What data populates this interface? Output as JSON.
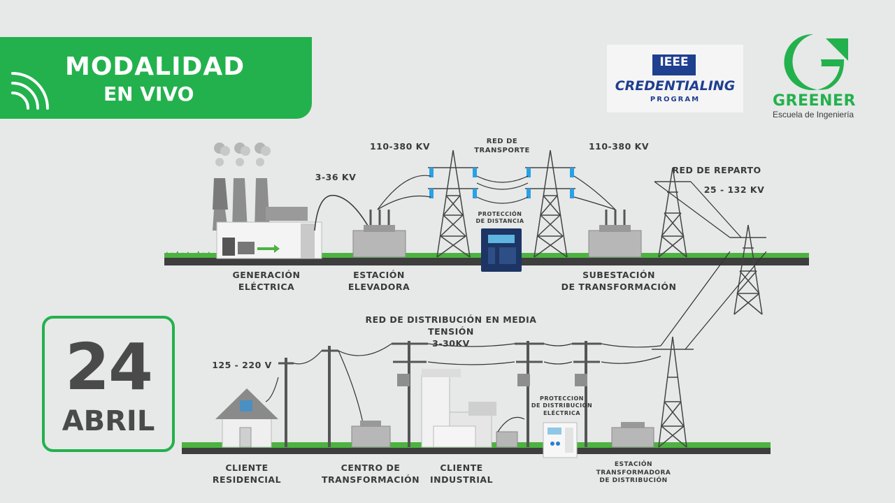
{
  "banner": {
    "line1": "MODALIDAD",
    "line2": "EN VIVO",
    "icon": "broadcast-icon"
  },
  "date": {
    "day": "24",
    "month": "ABRIL"
  },
  "logos": {
    "ieee": {
      "top": "IEEE",
      "main": "CREDENTIALING",
      "sub": "PROGRAM"
    },
    "greener": {
      "name": "GREENER",
      "subtitle": "Escuela de Ingeniería"
    }
  },
  "top_row": {
    "voltage_gen": "3-36 KV",
    "voltage_trans_left": "110-380 KV",
    "transport_title": [
      "RED DE",
      "TRANSPORTE"
    ],
    "voltage_trans_right": "110-380 KV",
    "reparto_title": "RED DE REPARTO",
    "reparto_voltage": "25 - 132 KV",
    "protection": [
      "PROTECCIÓN",
      "DE DISTANCIA"
    ],
    "labels": {
      "generacion": [
        "GENERACIÓN",
        "ELÉCTRICA"
      ],
      "elevadora": [
        "ESTACIÓN",
        "ELEVADORA"
      ],
      "subestacion": [
        "SUBESTACIÓN",
        "DE TRANSFORMACIÓN"
      ]
    }
  },
  "bottom_row": {
    "distribution_title": [
      "RED DE DISTRIBUCIÓN EN MEDIA TENSIÓN",
      "3-30KV"
    ],
    "residential_voltage": "125 - 220 V",
    "protection": [
      "PROTECCION",
      "DE DISTRIBUCION",
      "ELÉCTRICA"
    ],
    "labels": {
      "residencial": [
        "CLIENTE",
        "RESIDENCIAL"
      ],
      "centro": [
        "CENTRO DE",
        "TRANSFORMACIÓN"
      ],
      "industrial": [
        "CLIENTE",
        "INDUSTRIAL"
      ],
      "estacion": [
        "ESTACIÓN TRANSFORMADORA",
        "DE DISTRIBUCIÓN"
      ]
    }
  },
  "colors": {
    "brand_green": "#23b14d",
    "text_dark": "#3a3a3a",
    "ieee_blue": "#1f3f8f",
    "background": "#e7e8e8"
  }
}
